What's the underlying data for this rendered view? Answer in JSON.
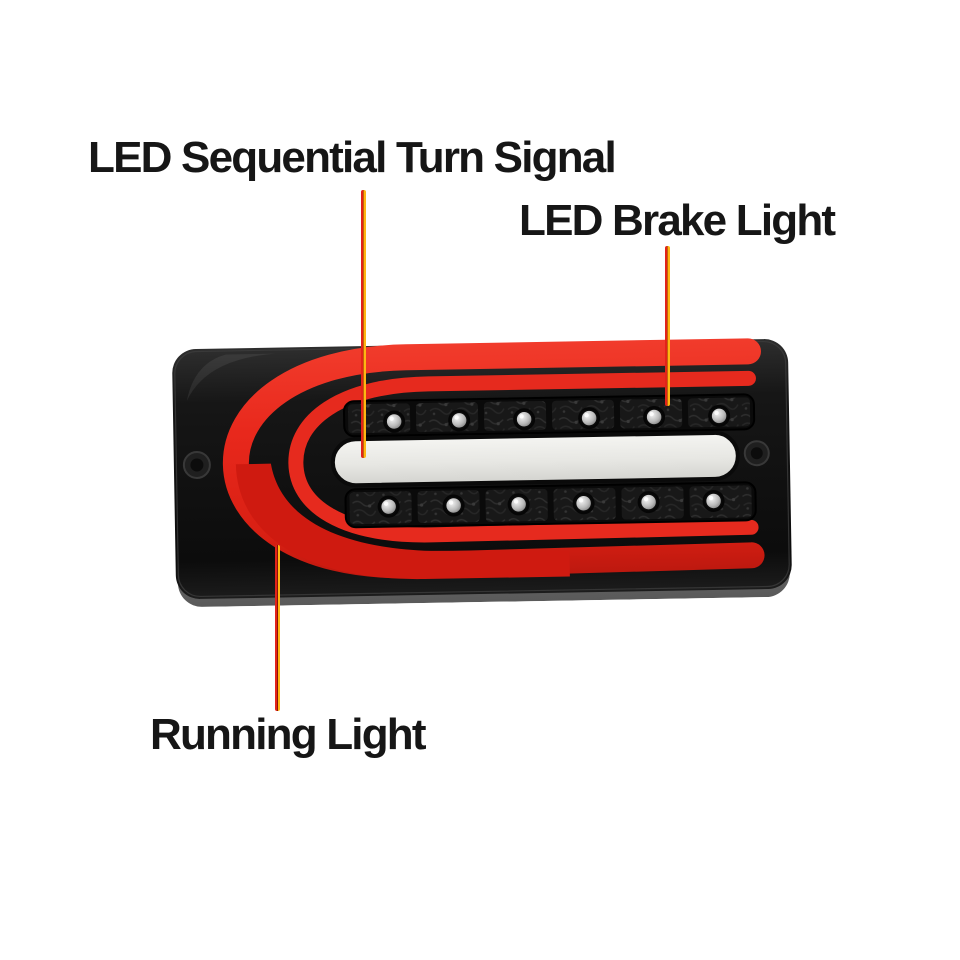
{
  "figure": {
    "kind": "annotated-product-image",
    "subject": "LED tail lamp assembly",
    "background": "#ffffff"
  },
  "annotations": {
    "turn_signal": {
      "label": "LED Sequential Turn Signal",
      "points_to": "center light bar"
    },
    "brake": {
      "label": "LED Brake Light",
      "points_to": "upper LED strip"
    },
    "running": {
      "label": "Running Light",
      "points_to": "red outer light guide"
    }
  },
  "lamp": {
    "led_rows": 2,
    "leds_per_row": 6,
    "screws": 2,
    "colors": {
      "red": "#e62a1e",
      "red_deep": "#cf1a10",
      "housing_black": "#131313",
      "drl_bar_white": "#e9e9e6",
      "led_chrome": "#c9c9c9",
      "leader_red": "#e2231a",
      "leader_yellow": "#ffb612",
      "label_text": "#161616"
    }
  }
}
